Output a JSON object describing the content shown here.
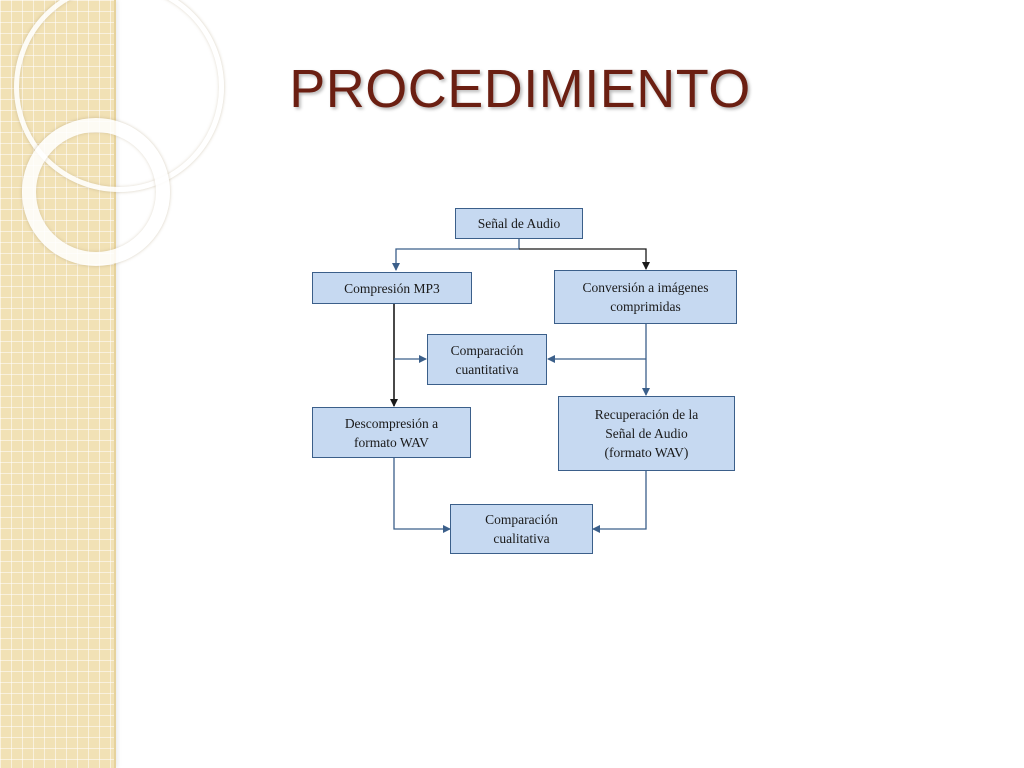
{
  "slide": {
    "title": "PROCEDIMIENTO"
  },
  "diagram": {
    "nodes": {
      "senal_audio": "Señal de Audio",
      "compresion_mp3": "Compresión MP3",
      "conversion_imagenes": "Conversión a imágenes\ncomprimidas",
      "comparacion_cuantitativa": "Comparación\ncuantitativa",
      "descompresion_wav": "Descompresión a\nformato WAV",
      "recuperacion_senal": "Recuperación de la\nSeñal de Audio\n(formato WAV)",
      "comparacion_cualitativa": "Comparación\ncualitativa"
    },
    "edges": [
      {
        "from": "senal_audio",
        "to": "compresion_mp3"
      },
      {
        "from": "senal_audio",
        "to": "conversion_imagenes"
      },
      {
        "from": "compresion_mp3",
        "to": "comparacion_cuantitativa"
      },
      {
        "from": "conversion_imagenes",
        "to": "comparacion_cuantitativa"
      },
      {
        "from": "compresion_mp3",
        "to": "descompresion_wav"
      },
      {
        "from": "conversion_imagenes",
        "to": "recuperacion_senal"
      },
      {
        "from": "descompresion_wav",
        "to": "comparacion_cualitativa"
      },
      {
        "from": "recuperacion_senal",
        "to": "comparacion_cualitativa"
      }
    ],
    "colors": {
      "node_fill": "#c6d9f1",
      "node_border": "#3b5f8a",
      "connector_blue": "#3b5f8a",
      "connector_dark": "#1a1a1a",
      "title": "#6b1f12"
    }
  }
}
